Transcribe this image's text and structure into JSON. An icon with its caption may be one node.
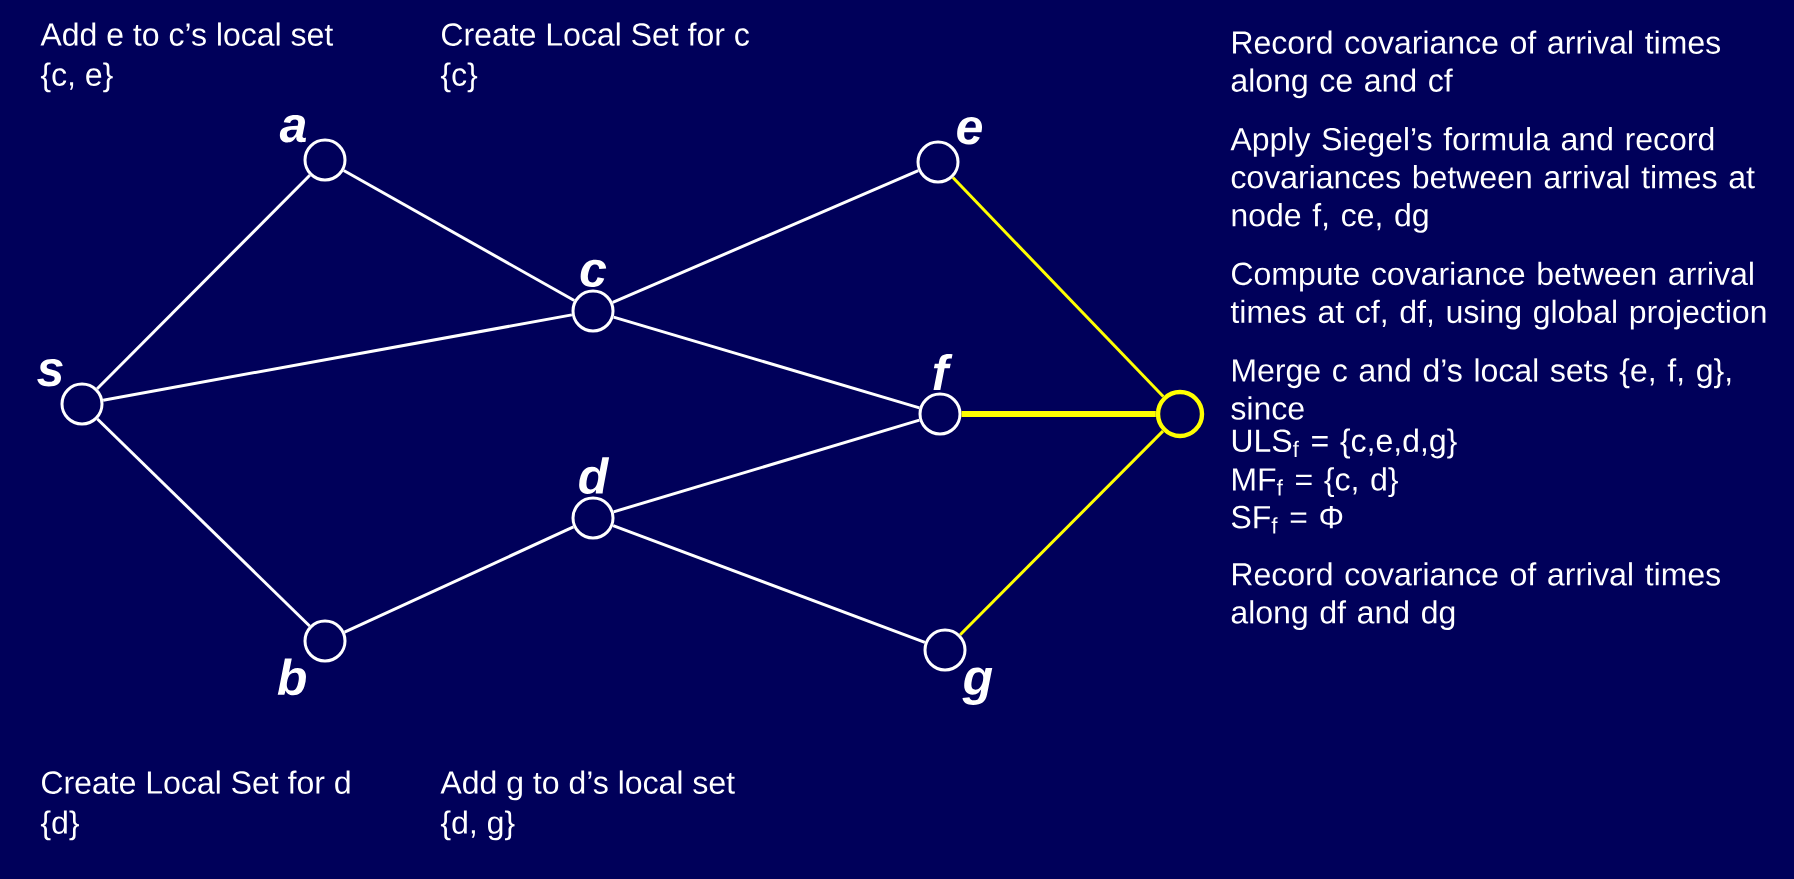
{
  "diagram": {
    "nodes": [
      {
        "text": [
          "s"
        ]
      },
      {
        "text": [
          "a"
        ]
      },
      {
        "text": [
          "b"
        ]
      },
      {
        "text": [
          "c"
        ]
      },
      {
        "text": [
          "d"
        ]
      },
      {
        "text": [
          "e"
        ]
      },
      {
        "text": [
          "f"
        ]
      },
      {
        "text": [
          "g"
        ]
      },
      {
        "text": [],
        "shape": "circle"
      }
    ],
    "edges": [
      {
        "from": 0,
        "to": 1,
        "arrow": "none"
      },
      {
        "from": 0,
        "to": 3,
        "arrow": "none"
      },
      {
        "from": 0,
        "to": 2,
        "arrow": "none"
      },
      {
        "from": 1,
        "to": 3,
        "arrow": "none"
      },
      {
        "from": 2,
        "to": 4,
        "arrow": "none"
      },
      {
        "from": 3,
        "to": 5,
        "arrow": "none"
      },
      {
        "from": 3,
        "to": 6,
        "arrow": "none"
      },
      {
        "from": 4,
        "to": 6,
        "arrow": "none"
      },
      {
        "from": 4,
        "to": 7,
        "arrow": "none"
      },
      {
        "from": 5,
        "to": 8,
        "arrow": "none",
        "color": "#ffff00"
      },
      {
        "from": 6,
        "to": 8,
        "arrow": "none",
        "color": "#ffff00",
        "style": "thick"
      },
      {
        "from": 7,
        "to": 8,
        "arrow": "none",
        "color": "#ffff00"
      }
    ],
    "labels": [
      "Add e to c’s local set",
      "{c, e}",
      "Create Local Set for c",
      "{c}",
      "Create Local Set for d",
      "{d}",
      "Add g to d’s local set",
      "{d, g}",
      "Record covariance of arrival times along ce and cf",
      "Apply Siegel’s formula and record covariances between arrival times at node f, ce, dg",
      "Compute covariance between arrival times at cf, df, using global projection",
      "Merge c and d’s local sets {e, f, g}, since",
      "ULS$_{f}$ = {c,e,d,g}",
      "MF$_{f}$ = {c, d}",
      "SF$_{f}$ = Φ",
      "Record covariance of arrival times along df and dg"
    ]
  }
}
